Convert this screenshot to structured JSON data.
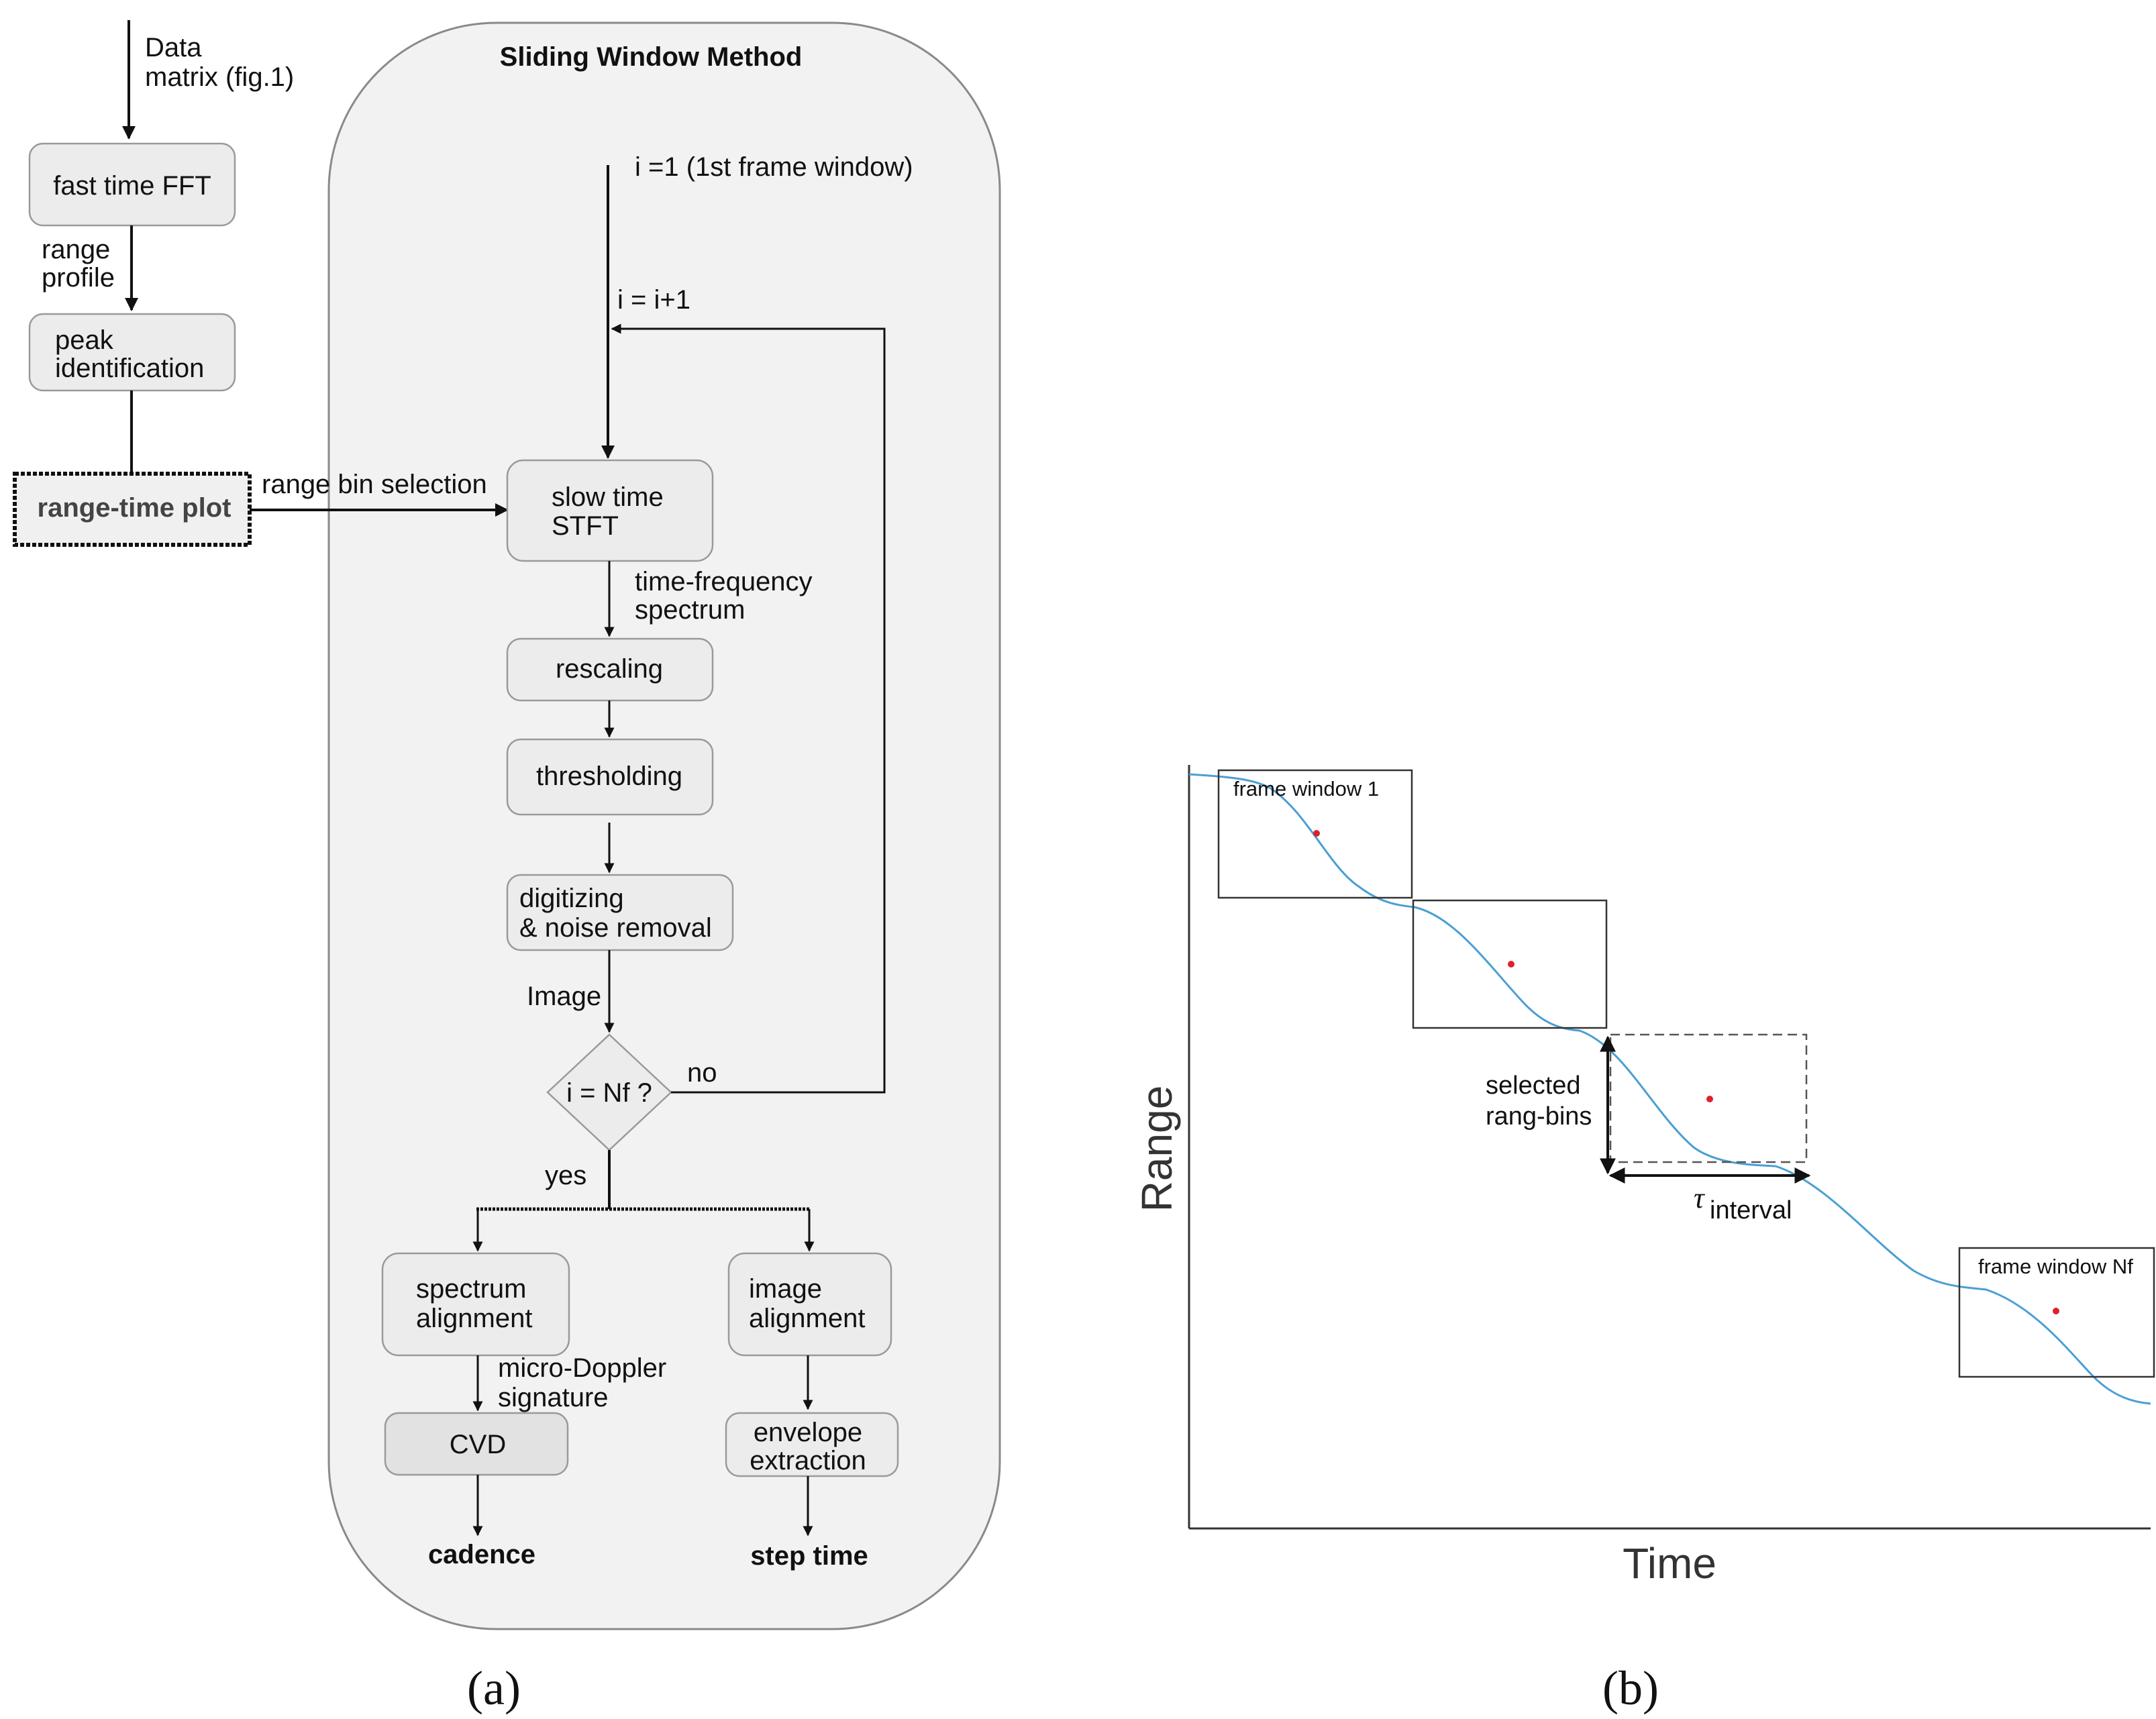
{
  "panel_a": {
    "caption": "(a)",
    "data_matrix_line1": "Data",
    "data_matrix_line2": "matrix (fig.1)",
    "fast_time_fft": "fast time FFT",
    "range_profile_line1": "range",
    "range_profile_line2": "profile",
    "peak_line1": "peak",
    "peak_line2": "identification",
    "range_time_plot": "range-time plot",
    "range_bin_selection": "range bin selection",
    "sliding_window_title": "Sliding Window Method",
    "i_init": "i =1 (1st frame window)",
    "i_incr": "i = i+1",
    "stft_line1": "slow time",
    "stft_line2": "STFT",
    "tf_line1": "time-frequency",
    "tf_line2": "spectrum",
    "rescaling": "rescaling",
    "thresholding": "thresholding",
    "digit_line1": "digitizing",
    "digit_line2": "& noise removal",
    "image_label": "Image",
    "decision": "i = Nf ?",
    "no_label": "no",
    "yes_label": "yes",
    "spec_align_line1": "spectrum",
    "spec_align_line2": "alignment",
    "img_align_line1": "image",
    "img_align_line2": "alignment",
    "md_line1": "micro-Doppler",
    "md_line2": "signature",
    "cvd": "CVD",
    "env_line1": "envelope",
    "env_line2": "extraction",
    "cadence": "cadence",
    "step_time": "step time"
  },
  "panel_b": {
    "caption": "(b)",
    "xlabel": "Time",
    "ylabel": "Range",
    "frame_window_1": "frame window 1",
    "frame_window_nf": "frame window Nf",
    "selected_line1": "selected",
    "selected_line2": "rang-bins",
    "tau_symbol": "τ",
    "tau_subscript": "interval",
    "curve_color": "#4a9fd4",
    "point_color": "#e0202a"
  }
}
